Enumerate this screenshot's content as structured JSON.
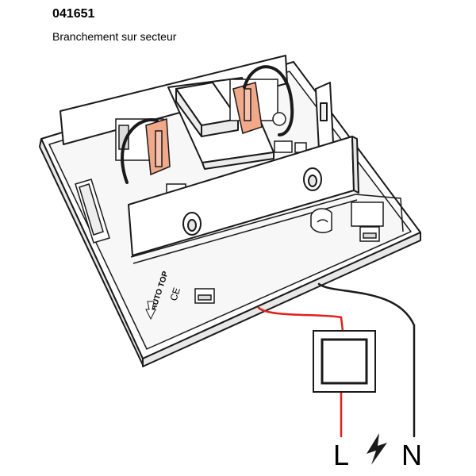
{
  "reference": "041651",
  "subtitle": "Branchement sur secteur",
  "device": {
    "marking_auto_top": "AUTO TOP",
    "marking_ce": "CE"
  },
  "terminals": {
    "live": "L",
    "neutral": "N"
  },
  "colors": {
    "live_wire": "#e0201c",
    "neutral_wire": "#1a1a1a",
    "connector_orange": "#f2a98a",
    "outline": "#1a1a1a"
  }
}
